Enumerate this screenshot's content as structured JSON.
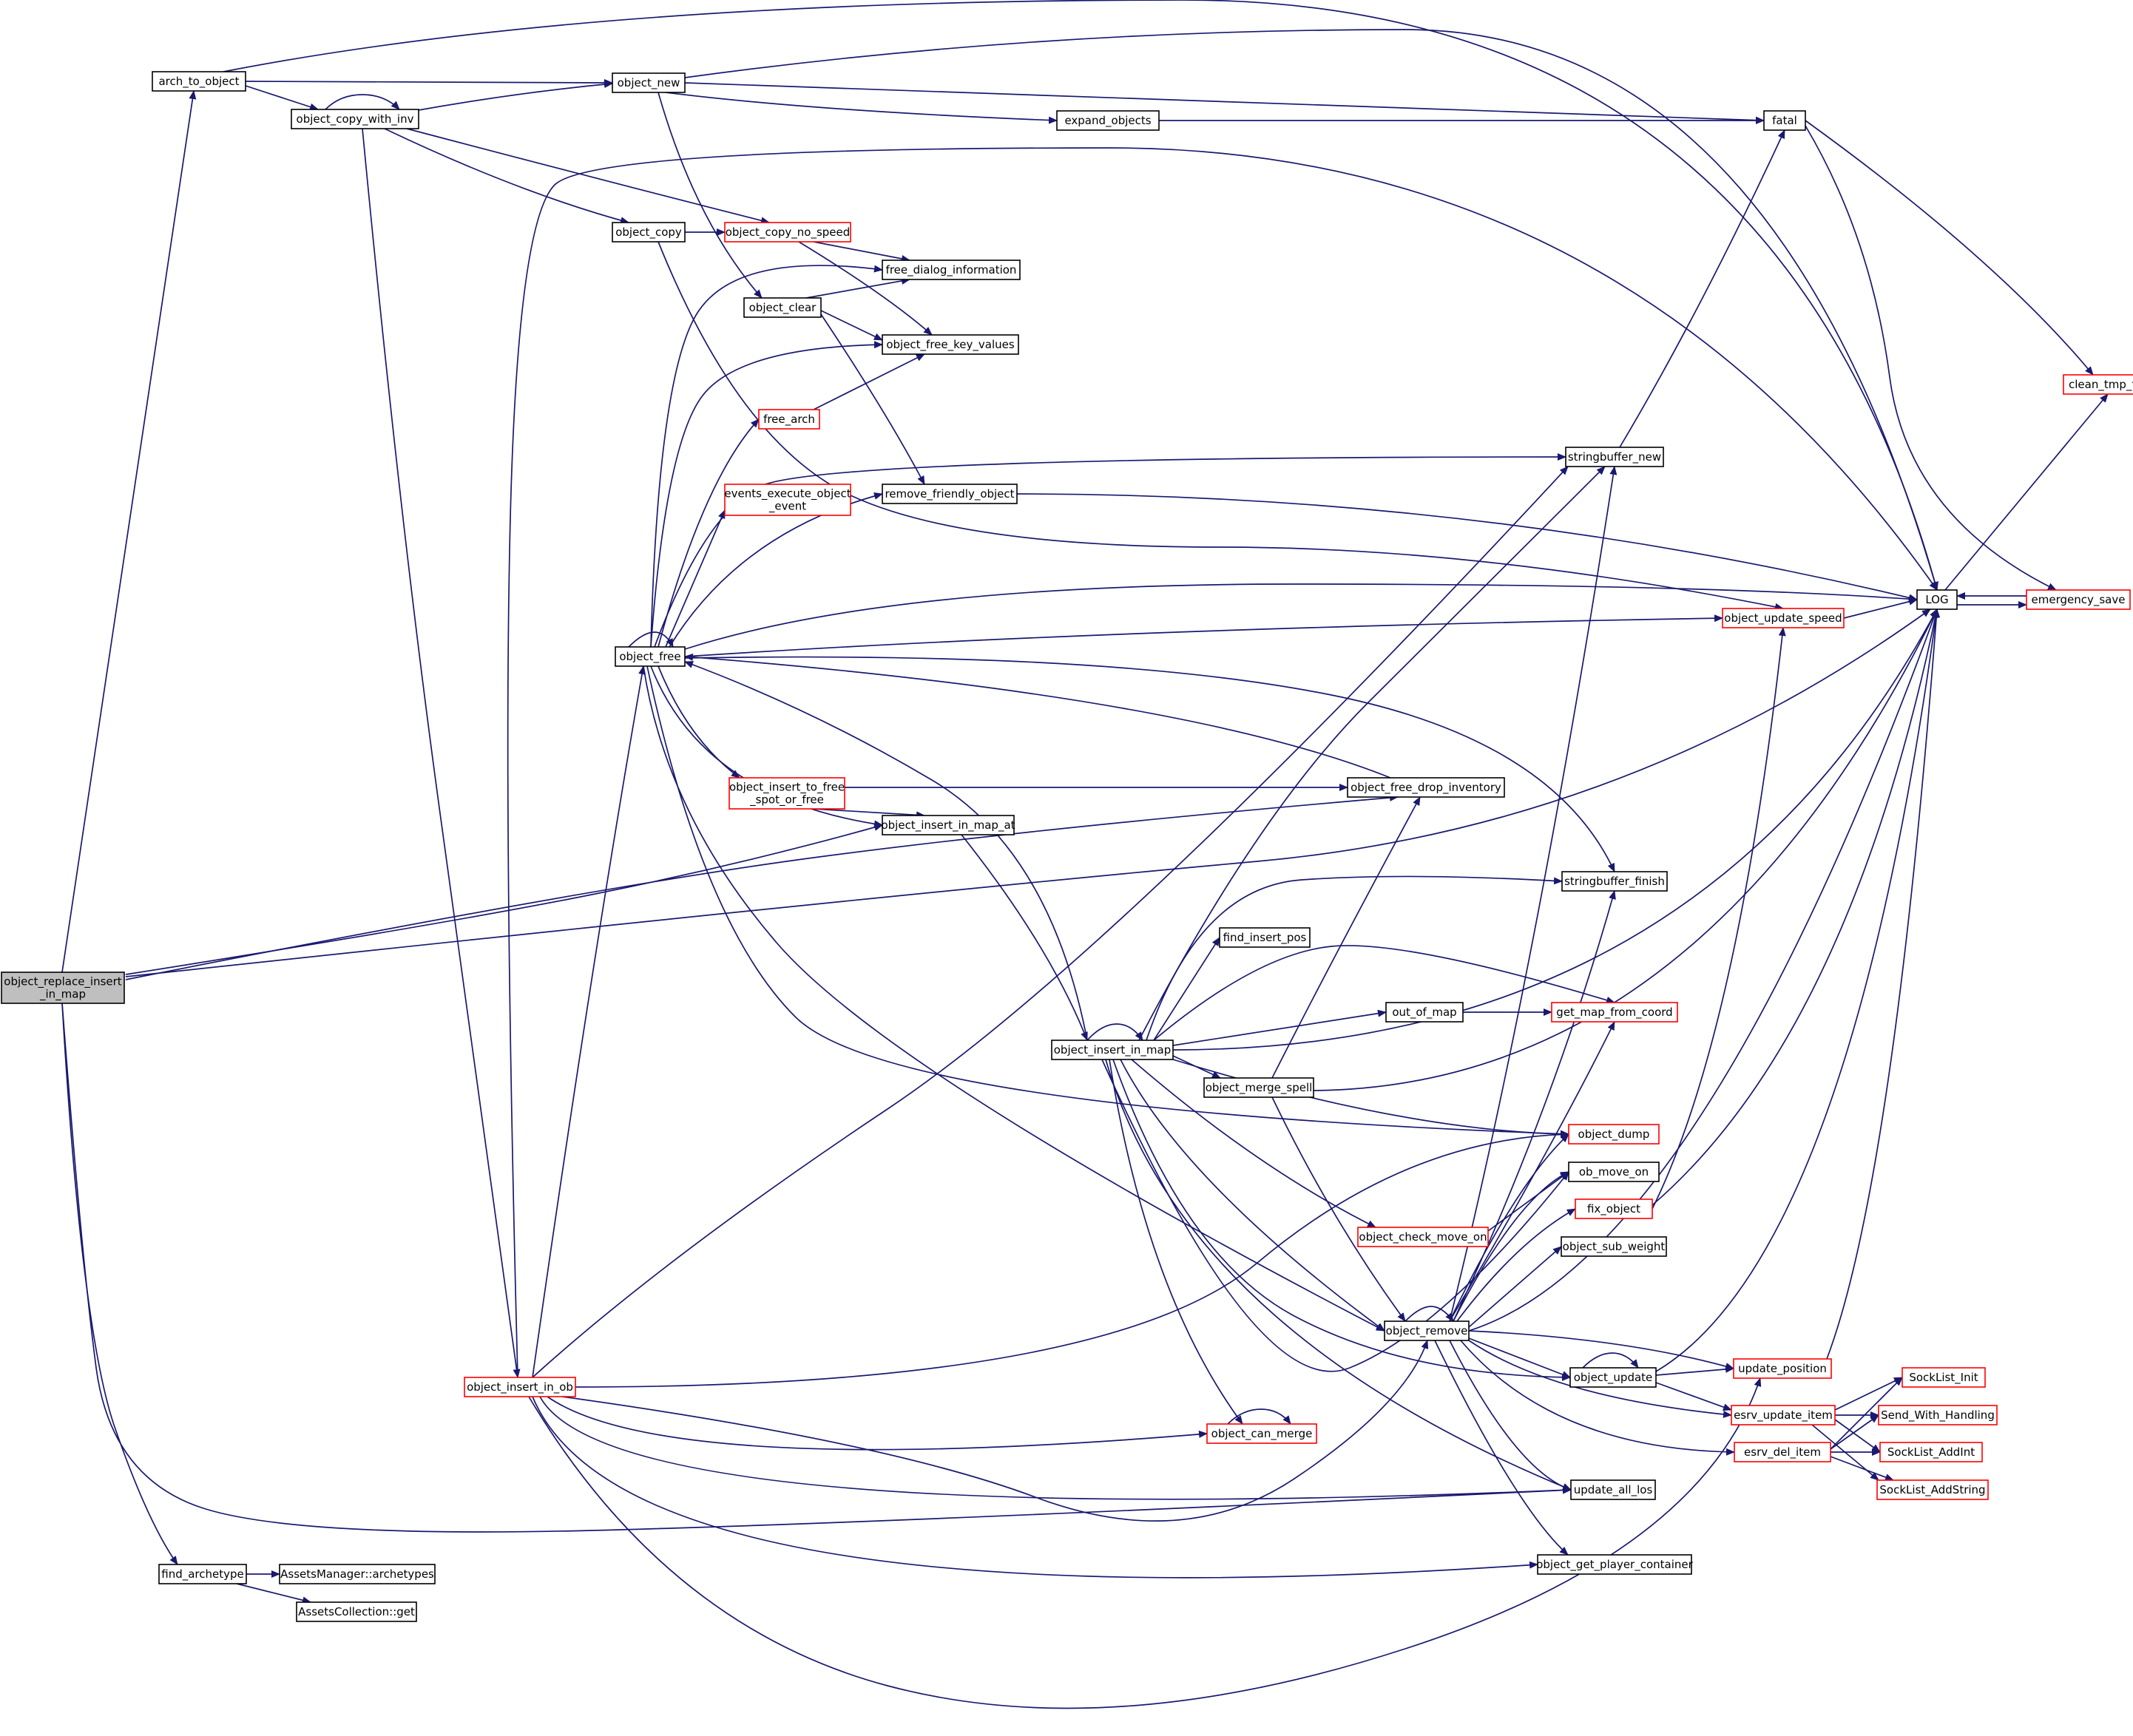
{
  "diagram": {
    "type": "call-graph",
    "nodes": [
      {
        "id": "root",
        "label": [
          "object_replace_insert",
          "_in_map"
        ],
        "style": "root"
      },
      {
        "id": "arch_to_object",
        "label": [
          "arch_to_object"
        ]
      },
      {
        "id": "object_copy_with_inv",
        "label": [
          "object_copy_with_inv"
        ]
      },
      {
        "id": "object_new",
        "label": [
          "object_new"
        ]
      },
      {
        "id": "expand_objects",
        "label": [
          "expand_objects"
        ]
      },
      {
        "id": "fatal",
        "label": [
          "fatal"
        ]
      },
      {
        "id": "object_copy",
        "label": [
          "object_copy"
        ]
      },
      {
        "id": "object_copy_no_speed",
        "label": [
          "object_copy_no_speed"
        ],
        "style": "red"
      },
      {
        "id": "free_dialog_information",
        "label": [
          "free_dialog_information"
        ]
      },
      {
        "id": "object_clear",
        "label": [
          "object_clear"
        ]
      },
      {
        "id": "object_free_key_values",
        "label": [
          "object_free_key_values"
        ]
      },
      {
        "id": "free_arch",
        "label": [
          "free_arch"
        ],
        "style": "red"
      },
      {
        "id": "clean_tmp_files",
        "label": [
          "clean_tmp_files"
        ],
        "style": "red"
      },
      {
        "id": "stringbuffer_new",
        "label": [
          "stringbuffer_new"
        ]
      },
      {
        "id": "events_execute_object_event",
        "label": [
          "events_execute_object",
          "_event"
        ],
        "style": "red"
      },
      {
        "id": "remove_friendly_object",
        "label": [
          "remove_friendly_object"
        ]
      },
      {
        "id": "LOG",
        "label": [
          "LOG"
        ]
      },
      {
        "id": "emergency_save",
        "label": [
          "emergency_save"
        ],
        "style": "red"
      },
      {
        "id": "object_update_speed",
        "label": [
          "object_update_speed"
        ],
        "style": "red"
      },
      {
        "id": "object_free",
        "label": [
          "object_free"
        ]
      },
      {
        "id": "object_insert_to_free_spot_or_free",
        "label": [
          "object_insert_to_free",
          "_spot_or_free"
        ],
        "style": "red"
      },
      {
        "id": "object_free_drop_inventory",
        "label": [
          "object_free_drop_inventory"
        ]
      },
      {
        "id": "object_insert_in_map_at",
        "label": [
          "object_insert_in_map_at"
        ]
      },
      {
        "id": "stringbuffer_finish",
        "label": [
          "stringbuffer_finish"
        ]
      },
      {
        "id": "find_insert_pos",
        "label": [
          "find_insert_pos"
        ]
      },
      {
        "id": "out_of_map",
        "label": [
          "out_of_map"
        ]
      },
      {
        "id": "get_map_from_coord",
        "label": [
          "get_map_from_coord"
        ],
        "style": "red"
      },
      {
        "id": "object_insert_in_map",
        "label": [
          "object_insert_in_map"
        ]
      },
      {
        "id": "object_merge_spell",
        "label": [
          "object_merge_spell"
        ]
      },
      {
        "id": "object_dump",
        "label": [
          "object_dump"
        ],
        "style": "red"
      },
      {
        "id": "ob_move_on",
        "label": [
          "ob_move_on"
        ]
      },
      {
        "id": "fix_object",
        "label": [
          "fix_object"
        ],
        "style": "red"
      },
      {
        "id": "object_check_move_on",
        "label": [
          "object_check_move_on"
        ],
        "style": "red"
      },
      {
        "id": "object_sub_weight",
        "label": [
          "object_sub_weight"
        ]
      },
      {
        "id": "object_remove",
        "label": [
          "object_remove"
        ]
      },
      {
        "id": "object_update",
        "label": [
          "object_update"
        ]
      },
      {
        "id": "update_position",
        "label": [
          "update_position"
        ],
        "style": "red"
      },
      {
        "id": "SockList_Init",
        "label": [
          "SockList_Init"
        ],
        "style": "red"
      },
      {
        "id": "object_insert_in_ob",
        "label": [
          "object_insert_in_ob"
        ],
        "style": "red"
      },
      {
        "id": "esrv_update_item",
        "label": [
          "esrv_update_item"
        ],
        "style": "red"
      },
      {
        "id": "Send_With_Handling",
        "label": [
          "Send_With_Handling"
        ],
        "style": "red"
      },
      {
        "id": "object_can_merge",
        "label": [
          "object_can_merge"
        ],
        "style": "red"
      },
      {
        "id": "esrv_del_item",
        "label": [
          "esrv_del_item"
        ],
        "style": "red"
      },
      {
        "id": "SockList_AddInt",
        "label": [
          "SockList_AddInt"
        ],
        "style": "red"
      },
      {
        "id": "update_all_los",
        "label": [
          "update_all_los"
        ]
      },
      {
        "id": "SockList_AddString",
        "label": [
          "SockList_AddString"
        ],
        "style": "red"
      },
      {
        "id": "object_get_player_container",
        "label": [
          "object_get_player_container"
        ]
      },
      {
        "id": "find_archetype",
        "label": [
          "find_archetype"
        ]
      },
      {
        "id": "AssetsManager_archetypes",
        "label": [
          "AssetsManager::archetypes"
        ]
      },
      {
        "id": "AssetsCollection_get",
        "label": [
          "AssetsCollection::get"
        ]
      }
    ]
  }
}
